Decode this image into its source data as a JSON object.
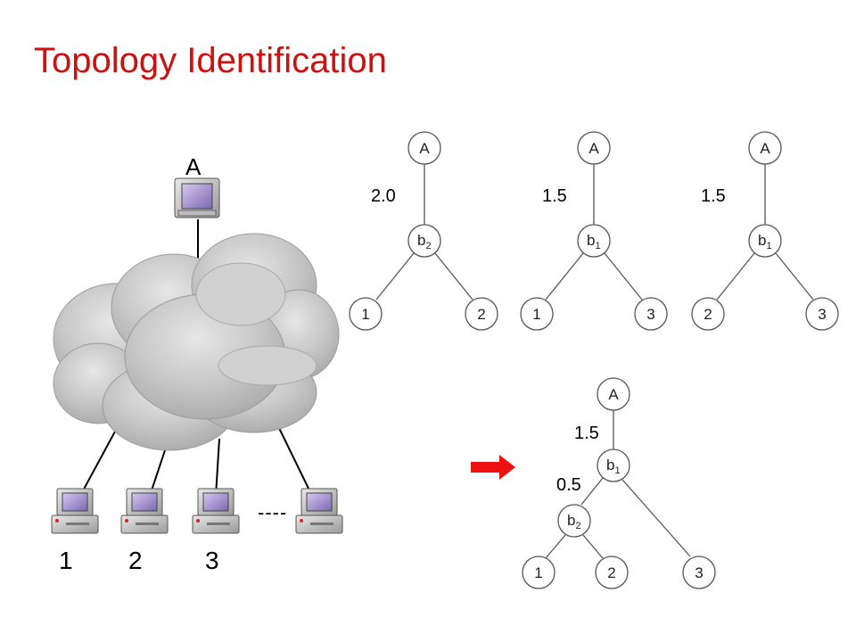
{
  "title": "Topology Identification",
  "network": {
    "source_label": "A",
    "receiver_labels": [
      "1",
      "2",
      "3"
    ],
    "ellipsis": "----"
  },
  "trees": [
    {
      "root": "A",
      "branch": "b",
      "branch_sub": "2",
      "leaves": [
        "1",
        "2"
      ],
      "weight": "2.0"
    },
    {
      "root": "A",
      "branch": "b",
      "branch_sub": "1",
      "leaves": [
        "1",
        "3"
      ],
      "weight": "1.5"
    },
    {
      "root": "A",
      "branch": "b",
      "branch_sub": "1",
      "leaves": [
        "2",
        "3"
      ],
      "weight": "1.5"
    }
  ],
  "result_tree": {
    "root": "A",
    "upper_branch": "b",
    "upper_sub": "1",
    "lower_branch": "b",
    "lower_sub": "2",
    "leaves": [
      "1",
      "2",
      "3"
    ],
    "upper_weight": "1.5",
    "lower_weight": "0.5"
  },
  "colors": {
    "title": "#cc1111",
    "arrow": "#ee1111",
    "cloud": "#b8b8b8"
  }
}
